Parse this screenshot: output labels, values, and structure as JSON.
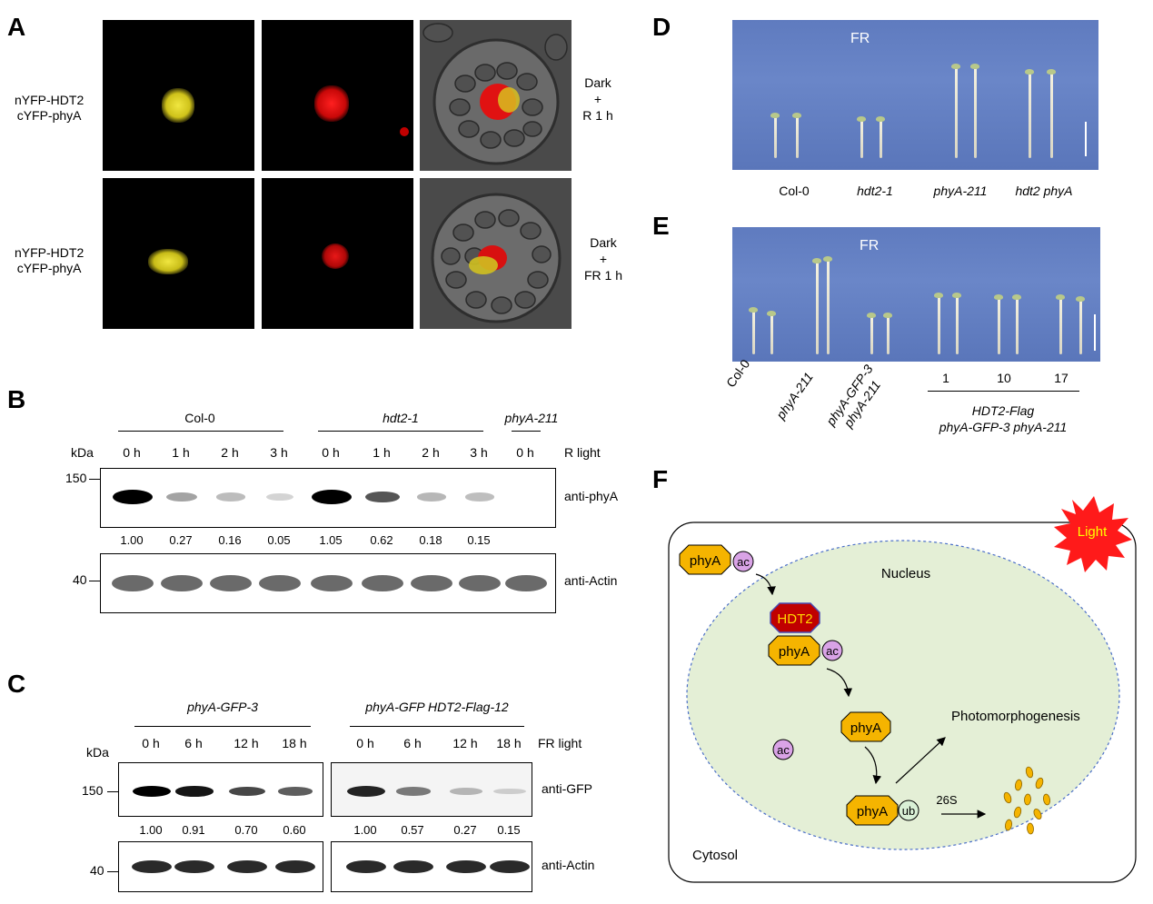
{
  "panels": {
    "A": {
      "letter": "A",
      "rows": [
        {
          "construct_line1": "nYFP-HDT2",
          "construct_line2": "cYFP-phyA",
          "cond_line1": "Dark",
          "cond_line2": "+",
          "cond_line3": "R 1 h"
        },
        {
          "construct_line1": "nYFP-HDT2",
          "construct_line2": "cYFP-phyA",
          "cond_line1": "Dark",
          "cond_line2": "+",
          "cond_line3": "FR 1 h"
        }
      ]
    },
    "B": {
      "letter": "B",
      "groups": [
        "Col-0",
        "hdt2-1",
        "phyA-211"
      ],
      "kda_label": "kDa",
      "light_label": "R light",
      "lanes": [
        "0 h",
        "1 h",
        "2 h",
        "3 h",
        "0 h",
        "1 h",
        "2 h",
        "3 h",
        "0 h"
      ],
      "marker_top": "150",
      "marker_bottom": "40",
      "antibody_top": "anti-phyA",
      "antibody_bottom": "anti-Actin",
      "quant": [
        "1.00",
        "0.27",
        "0.16",
        "0.05",
        "1.05",
        "0.62",
        "0.18",
        "0.15"
      ],
      "band_intensity": [
        1.0,
        0.27,
        0.16,
        0.05,
        1.05,
        0.62,
        0.18,
        0.15,
        0.0
      ]
    },
    "C": {
      "letter": "C",
      "groups": [
        "phyA-GFP-3",
        "phyA-GFP HDT2-Flag-12"
      ],
      "kda_label": "kDa",
      "light_label": "FR light",
      "lanes": [
        "0 h",
        "6 h",
        "12 h",
        "18 h",
        "0 h",
        "6 h",
        "12 h",
        "18 h"
      ],
      "marker_top": "150",
      "marker_bottom": "40",
      "antibody_top": "anti-GFP",
      "antibody_bottom": "anti-Actin",
      "quant": [
        "1.00",
        "0.91",
        "0.70",
        "0.60",
        "1.00",
        "0.57",
        "0.27",
        "0.15"
      ],
      "band_intensity": [
        1.0,
        0.91,
        0.7,
        0.6,
        1.0,
        0.57,
        0.27,
        0.15
      ]
    },
    "D": {
      "letter": "D",
      "light": "FR",
      "genotypes": [
        "Col-0",
        "hdt2-1",
        "phyA-211",
        "hdt2 phyA"
      ]
    },
    "E": {
      "letter": "E",
      "light": "FR",
      "genotype1": "Col-0",
      "genotype2": "phyA-211",
      "genotype3_line1": "phyA-GFP-3",
      "genotype3_line2": "phyA-211",
      "lines": [
        "1",
        "10",
        "17"
      ],
      "transgene_line1": "HDT2-Flag",
      "transgene_line2": "phyA-GFP-3 phyA-211"
    },
    "F": {
      "letter": "F",
      "light": "Light",
      "nucleus": "Nucleus",
      "cytosol": "Cytosol",
      "phyA": "phyA",
      "ac": "ac",
      "hdt2": "HDT2",
      "ub": "ub",
      "proteasome": "26S",
      "outcome": "Photomorphogenesis"
    }
  },
  "colors": {
    "yfp": "#e8e020",
    "rfp": "#e01010",
    "phyA_fill": "#f5b400",
    "hdt2_fill": "#c00000",
    "ac_fill": "#d9a3e6",
    "nucleus_fill": "#e4efd6",
    "light_burst": "#ff1a1a",
    "ub_fill": "#d9f0d6"
  }
}
